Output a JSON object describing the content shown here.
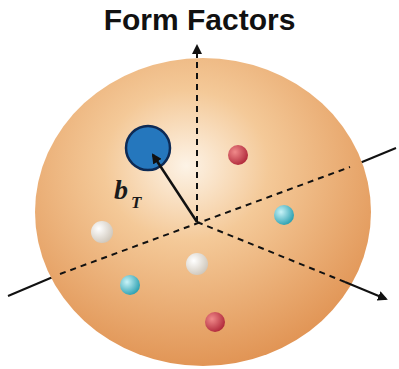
{
  "diagram": {
    "title": "Form Factors",
    "labels": [
      "b",
      "T"
    ]
  }
}
